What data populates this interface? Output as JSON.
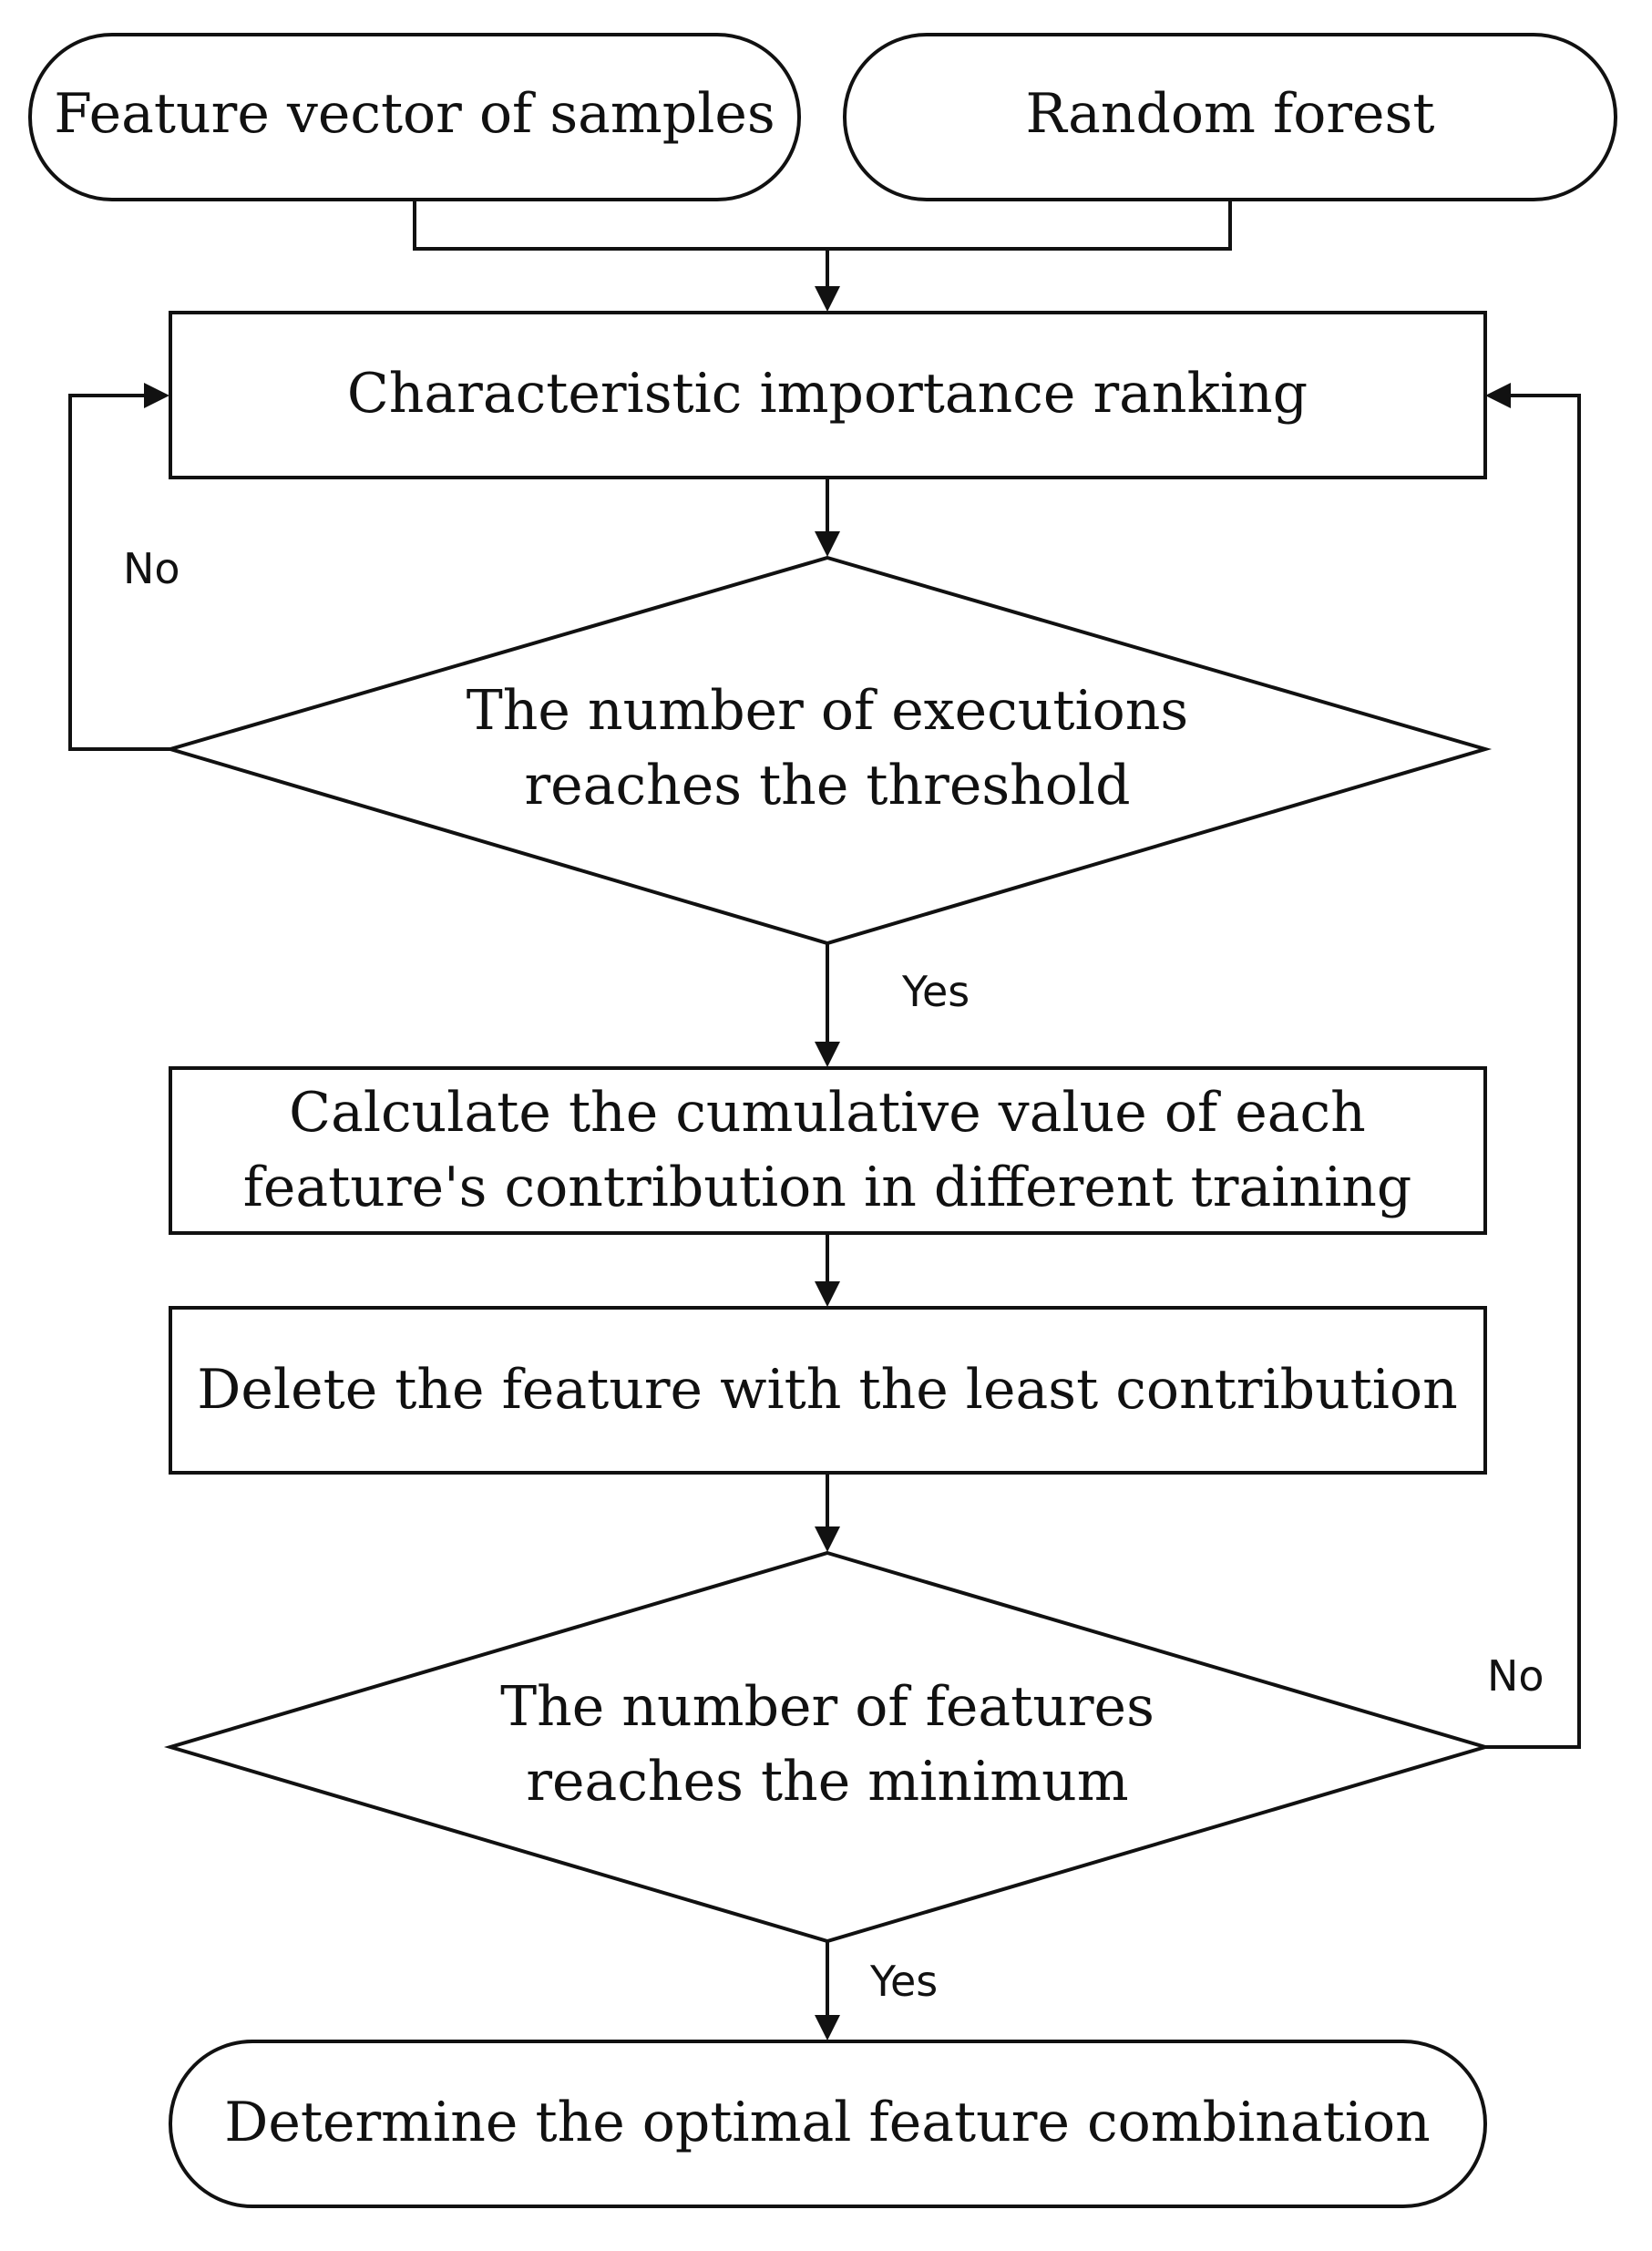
{
  "nodes": {
    "input_features": "Feature vector of samples",
    "input_model": "Random forest",
    "ranking": "Characteristic importance ranking",
    "decision_executions": [
      "The number of executions",
      "reaches the threshold"
    ],
    "cumulative": [
      "Calculate the cumulative value of each",
      "feature's contribution in different training"
    ],
    "delete": "Delete the feature with the least contribution",
    "decision_features": [
      "The number of features",
      "reaches the minimum"
    ],
    "result": "Determine the optimal feature combination"
  },
  "labels": {
    "no_top": "No",
    "yes_top": "Yes",
    "no_bottom": "No",
    "yes_bottom": "Yes"
  }
}
